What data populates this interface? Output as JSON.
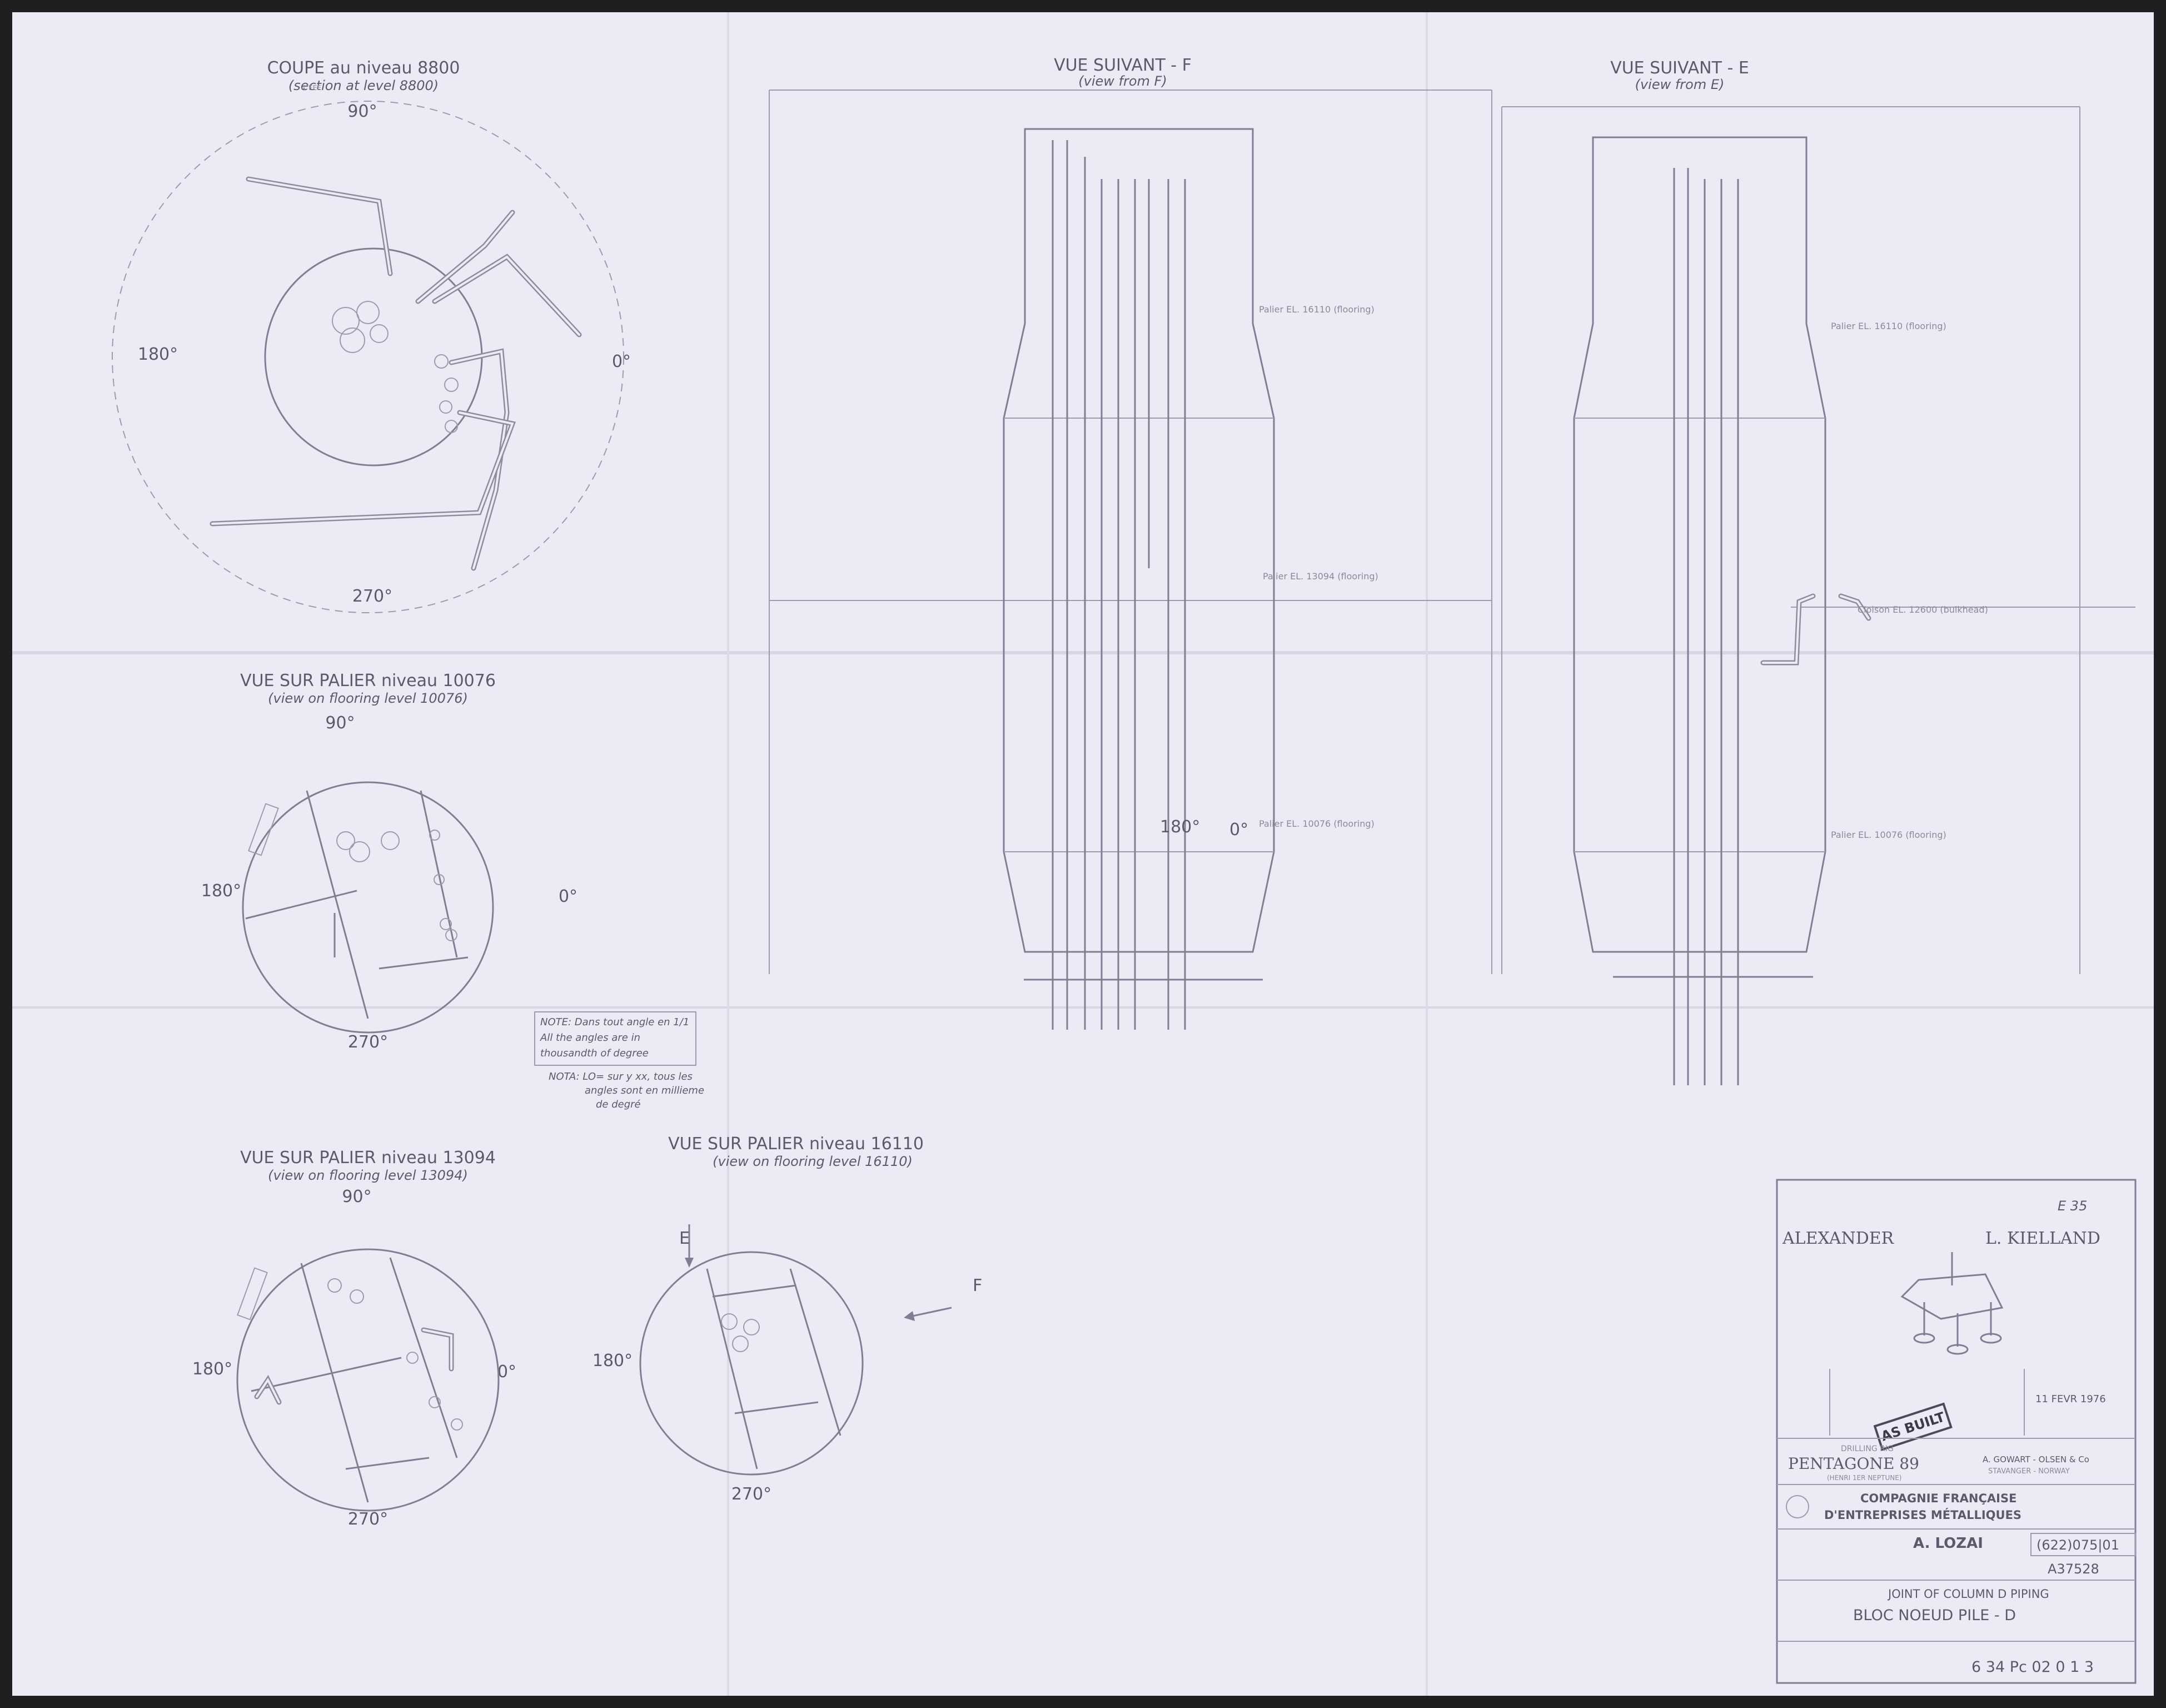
{
  "views": {
    "section_8800": {
      "title": "COUPE au niveau 8800",
      "subtitle": "(section at level 8800)",
      "angles": [
        "90°",
        "180°",
        "0°",
        "270°"
      ]
    },
    "flooring_10076": {
      "title": "VUE SUR PALIER niveau 10076",
      "subtitle": "(view on flooring level 10076)",
      "angles": [
        "90°",
        "180°",
        "0°",
        "270°"
      ]
    },
    "flooring_13094": {
      "title": "VUE SUR PALIER niveau 13094",
      "subtitle": "(view on flooring level 13094)",
      "angles": [
        "90°",
        "180°",
        "0°",
        "270°"
      ]
    },
    "flooring_16110": {
      "title": "VUE SUR PALIER niveau 16110",
      "subtitle": "(view on flooring level 16110)",
      "angles": [
        "180°",
        "270°"
      ],
      "arrow_e": "E",
      "arrow_f": "F"
    },
    "view_f": {
      "title": "VUE SUIVANT - F",
      "subtitle": "(view from F)",
      "levels": [
        "Palier EL. 16110 (flooring)",
        "Palier EL. 13094 (flooring)",
        "Palier EL. 10076 (flooring)"
      ]
    },
    "view_e": {
      "title": "VUE SUIVANT - E",
      "subtitle": "(view from E)",
      "levels": [
        "Palier EL. 16110 (flooring)",
        "Cloison EL. 12600 (bulkhead)",
        "Palier EL. 10076 (flooring)"
      ]
    }
  },
  "note": {
    "boxed_line1": "NOTE: Dans tout angle en 1/1",
    "boxed_line2": "All the angles are in",
    "boxed_line3": "thousandth of degree",
    "line1": "NOTA: LO= sur y xx, tous les",
    "line2": "angles sont en millieme",
    "line3": "de degré"
  },
  "title_block": {
    "ref_top": "E 35",
    "ship_left": "ALEXANDER",
    "ship_right": "L. KIELLAND",
    "stamp": "AS BUILT",
    "date": "11 FEVR 1976",
    "rig_label": "DRILLING RIG",
    "rig_name": "PENTAGONE 89",
    "rig_sub": "(HENRI 1ER NEPTUNE)",
    "owner": "A. GOWART - OLSEN & Co",
    "owner_sub": "STAVANGER - NORWAY",
    "company_line1": "COMPAGNIE FRANÇAISE",
    "company_line2": "D'ENTREPRISES MÉTALLIQUES",
    "drawn_by": "A. LOZAI",
    "drawing_no": "(622)075|01",
    "ref_no": "A37528",
    "subject_en": "JOINT OF COLUMN D   PIPING",
    "subject_fr": "BLOC NOEUD PILE - D",
    "sheet_no": "6 34 Pc 02 0 1 3"
  }
}
